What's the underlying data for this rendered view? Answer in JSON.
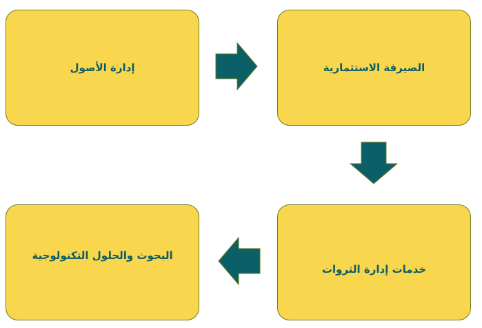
{
  "boxes": {
    "asset_management": "إدارة الأصول",
    "investment_banking": "الصيرفة الاستثمارية",
    "wealth_management": "خدمات إدارة الثروات",
    "research_technology": "البحوث والحلول التكنولوجية"
  },
  "colors": {
    "box_fill": "#f8d74f",
    "box_border": "#6d7a1f",
    "text": "#0b5c63",
    "arrow": "#0b5f66"
  }
}
